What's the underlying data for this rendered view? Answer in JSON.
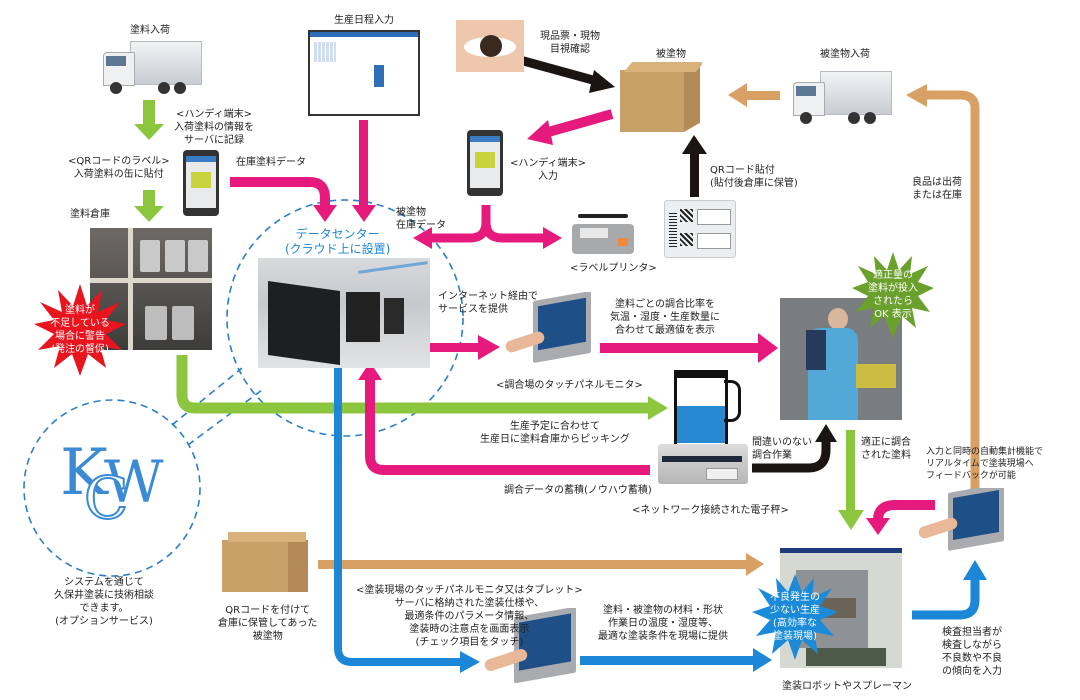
{
  "colors": {
    "magenta": "#e6197d",
    "green": "#8cc63f",
    "tan": "#d9a066",
    "blue": "#1b87d6",
    "black": "#1a1412",
    "dashed_blue": "#2a7fc6",
    "burst_red": "#e8141e",
    "burst_green": "#6aa02c",
    "burst_blue": "#1b8ad8"
  },
  "nodes": {
    "paint_arrival": {
      "title": "塗料入荷"
    },
    "handy_terminal_record": {
      "lines": [
        "<ハンディ端末>",
        "入荷塗料の情報を",
        "サーバに記録"
      ]
    },
    "qr_label": {
      "lines": [
        "<QRコードのラベル>",
        "入荷塗料の缶に貼付"
      ]
    },
    "paint_warehouse": {
      "title": "塗料倉庫"
    },
    "shortage_warning": {
      "lines": [
        "塗料が",
        "不足している",
        "場合に警告",
        "(発注の督促)"
      ]
    },
    "schedule_input": {
      "title": "生産日程入力"
    },
    "stock_paint_data": {
      "title": "在庫塗料データ"
    },
    "visual_check": {
      "lines": [
        "現品票・現物",
        "目視確認"
      ]
    },
    "workpiece": {
      "title": "被塗物"
    },
    "workpiece_arrival": {
      "title": "被塗物入荷"
    },
    "handy_terminal_input": {
      "lines": [
        "<ハンディ端末>",
        "入力"
      ]
    },
    "workpiece_stock_data": {
      "lines": [
        "被塗物",
        "在庫データ"
      ]
    },
    "qr_attach": {
      "lines": [
        "QRコード貼付",
        "(貼付後倉庫に保管)"
      ]
    },
    "label_printer": {
      "title": "<ラベルプリンタ>"
    },
    "good_shipped": {
      "lines": [
        "良品は出荷",
        "または在庫"
      ]
    },
    "data_center": {
      "lines": [
        "データセンター",
        "(クラウド上に設置)"
      ]
    },
    "internet_service": {
      "lines": [
        "インターネット経由で",
        "サービスを提供"
      ]
    },
    "mixing_ratio": {
      "lines": [
        "塗料ごとの調合比率を",
        "気温・湿度・生産数量に",
        "合わせて最適値を表示"
      ]
    },
    "touch_panel_mixing": {
      "title": "<調合場のタッチパネルモニタ>"
    },
    "ok_display": {
      "lines": [
        "適正量の",
        "塗料が投入",
        "されたら",
        "OK 表示"
      ]
    },
    "picking": {
      "lines": [
        "生産予定に合わせて",
        "生産日に塗料倉庫からピッキング"
      ]
    },
    "accurate_mixing": {
      "lines": [
        "間違いのない",
        "調合作業"
      ]
    },
    "properly_mixed": {
      "lines": [
        "適正に調合",
        "された塗料"
      ]
    },
    "realtime_feedback": {
      "lines": [
        "入力と同時の自動集計機能で",
        "リアルタイムで塗装現場へ",
        "フィードバックが可能"
      ]
    },
    "mixing_data_accum": {
      "title": "調合データの蓄積(ノウハウ蓄積)"
    },
    "network_scale": {
      "title": "<ネットワーク接続された電子秤>"
    },
    "kcw_consult": {
      "lines": [
        "システムを通じて",
        "久保井塗装に技術相談",
        "できます。",
        "(オプションサービス)"
      ]
    },
    "stored_workpiece": {
      "lines": [
        "QRコードを付けて",
        "倉庫に保管してあった",
        "被塗物"
      ]
    },
    "touch_panel_site": {
      "lines": [
        "<塗装現場のタッチパネルモニタ又はタブレット>",
        "サーバに格納された塗装仕様や、",
        "最適条件のパラメータ情報、",
        "塗装時の注意点を画面表示",
        "(チェック項目をタッチ)"
      ]
    },
    "optimal_conditions": {
      "lines": [
        "塗料・被塗物の材料・形状",
        "作業日の温度・湿度等、",
        "最適な塗装条件を現場に提供"
      ]
    },
    "low_defect": {
      "lines": [
        "不良発生の",
        "少ない生産",
        "(高効率な",
        "塗装現場)"
      ]
    },
    "painting_robot": {
      "title": "塗装ロボットやスプレーマン"
    },
    "inspector_input": {
      "lines": [
        "検査担当者が",
        "検査しながら",
        "不良数や不良",
        "の傾向を入力"
      ]
    },
    "logo": {
      "text": "KCW"
    }
  }
}
